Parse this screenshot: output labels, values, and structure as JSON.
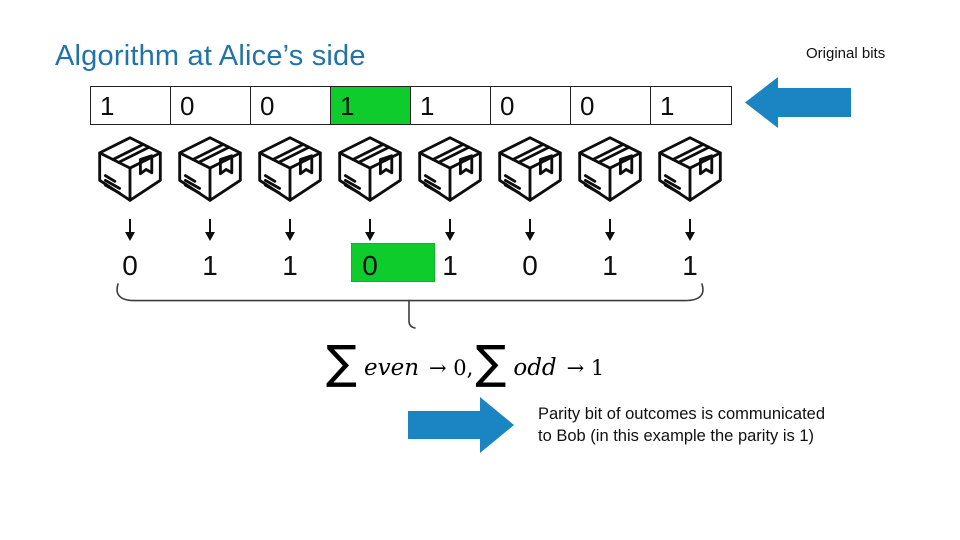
{
  "slide": {
    "title": "Algorithm at Alice’s side",
    "labels": {
      "original_bits": "Original bits",
      "parity_line1": "Parity bit of outcomes is communicated",
      "parity_line2": "to Bob (in this example the parity is 1)"
    },
    "top_bits": [
      "1",
      "0",
      "0",
      "1",
      "1",
      "0",
      "0",
      "1"
    ],
    "top_highlight_index": 3,
    "outcome_bits": [
      "0",
      "1",
      "1",
      "0",
      "1",
      "0",
      "1",
      "1"
    ],
    "outcome_highlight_index": 3,
    "formula": {
      "sum1": "∑",
      "word1": "even",
      "map1": "→ 0,",
      "sum2": "∑",
      "word2": "odd",
      "map2": "→ 1"
    },
    "colors": {
      "title_blue": "#2273A8",
      "accent_blue": "#1B85C4",
      "highlight_green": "#0ECC2C"
    }
  }
}
